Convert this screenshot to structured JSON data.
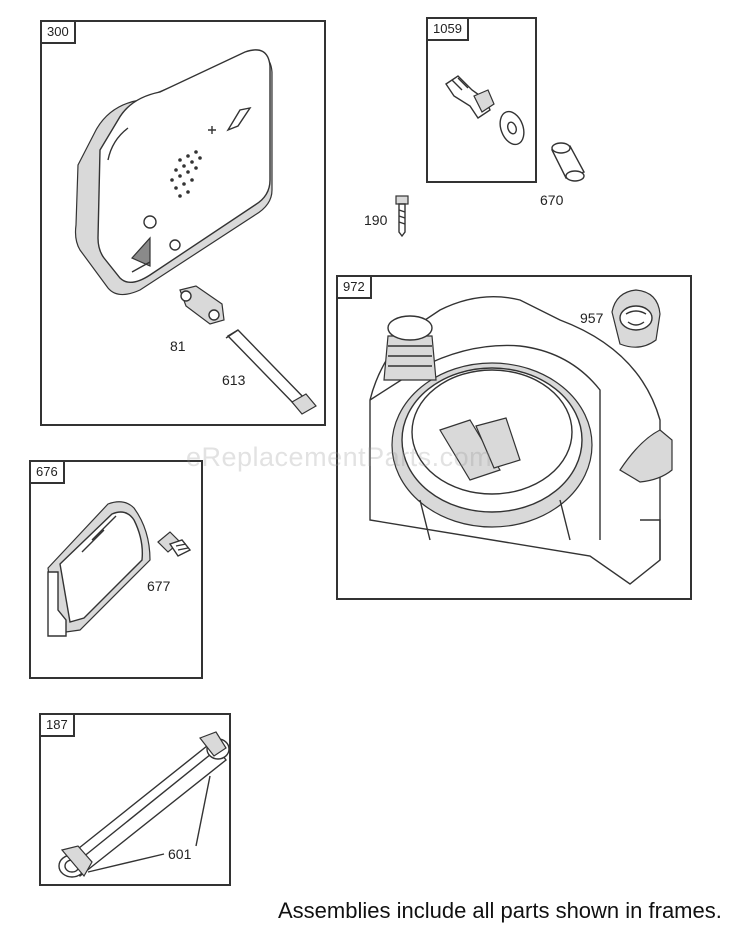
{
  "frames": {
    "f300": "300",
    "f1059": "1059",
    "f972": "972",
    "f676": "676",
    "f187": "187"
  },
  "callouts": {
    "c81": "81",
    "c613": "613",
    "c670": "670",
    "c190": "190",
    "c957": "957",
    "c677": "677",
    "c601": "601"
  },
  "watermark": "eReplacementParts.com",
  "footer": "Assemblies include all parts shown in frames."
}
